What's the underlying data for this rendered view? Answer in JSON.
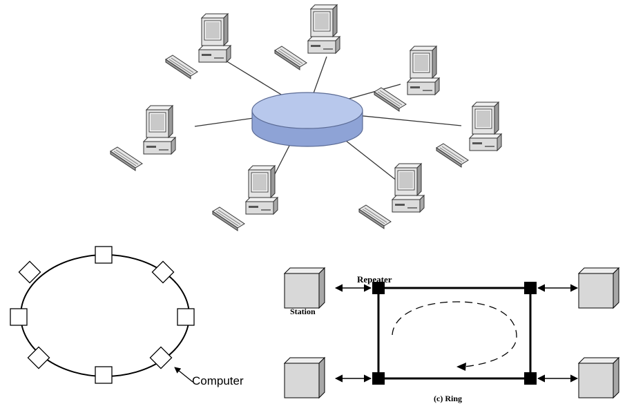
{
  "ring_circle": {
    "node_label": "Computer"
  },
  "ring_topology": {
    "repeater_label": "Repeater",
    "station_label": "Station",
    "caption": "(c) Ring"
  },
  "colors": {
    "hub_top": "#b8c8ec",
    "hub_side": "#8ea3d6",
    "hub_stroke": "#5a6a94",
    "box_front": "#d8d8d8",
    "box_top": "#eeeeee",
    "box_side": "#a8a8a8",
    "line": "#000000"
  }
}
